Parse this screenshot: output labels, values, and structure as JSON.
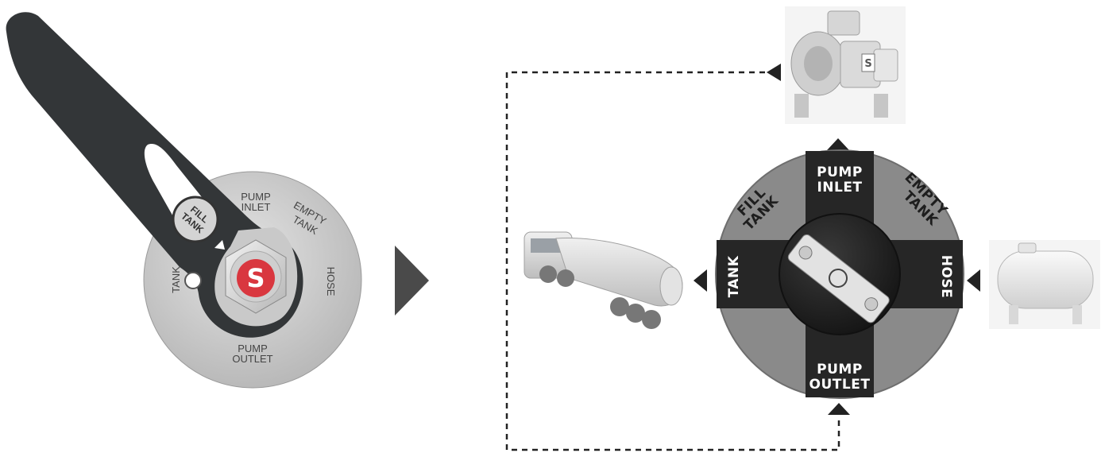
{
  "left_valve": {
    "label_fill": "FILL",
    "label_tank_top": "TANK",
    "label_pump_inlet_1": "PUMP",
    "label_pump_inlet_2": "INLET",
    "label_empty_1": "EMPTY",
    "label_empty_2": "TANK",
    "label_tank": "TANK",
    "label_hose": "HOSE",
    "label_pump_outlet_1": "PUMP",
    "label_pump_outlet_2": "OUTLET",
    "logo_letter": "S"
  },
  "right_valve": {
    "label_pump_inlet_1": "PUMP",
    "label_pump_inlet_2": "INLET",
    "label_fill_1": "FILL",
    "label_fill_2": "TANK",
    "label_empty_1": "EMPTY",
    "label_empty_2": "TANK",
    "label_tank": "TANK",
    "label_hose": "HOSE",
    "label_pump_outlet_1": "PUMP",
    "label_pump_outlet_2": "OUTLET"
  },
  "pump_badge_letter": "S",
  "colors": {
    "handle": "#333638",
    "plate": "#cfcfcf",
    "logo_red": "#d9373f",
    "valve_gray": "#8a8a8a",
    "valve_dark": "#262626",
    "arrow": "#4a4a4a"
  }
}
